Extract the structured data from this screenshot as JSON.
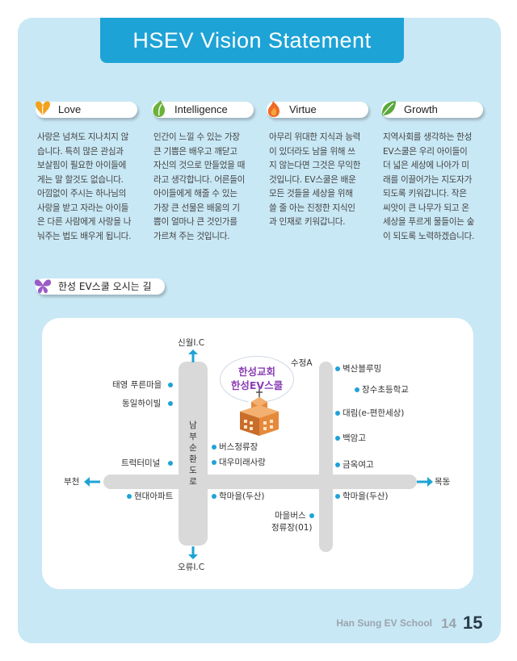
{
  "title": "HSEV Vision Statement",
  "columns": [
    {
      "heading": "Love",
      "icon": "heart-leaf-icon",
      "color": "#f2a21c",
      "lines": [
        "사랑은 넘쳐도 지나치지 않",
        "습니다. 특히 많은 관심과",
        "보살핌이 필요한 아이들에",
        "게는 말 할것도 없습니다.",
        "아낌없이 주시는 하나님의",
        "사랑을 받고 자라는 아이들",
        "은 다른 사람에게 사랑을 나",
        "눠주는 법도 배우게 됩니다."
      ]
    },
    {
      "heading": "Intelligence",
      "icon": "sprout-icon",
      "color": "#6cb23a",
      "lines": [
        "인간이 느낄 수 있는 가장",
        "큰 기쁨은 배우고 깨닫고",
        "자신의 것으로 만들었을 때",
        "라고 생각합니다. 어른들이",
        "아이들에게 해줄 수 있는",
        "가장 큰 선물은 배움의 기",
        "쁨이 얼마나 큰 것인가를",
        "가르쳐 주는 것입니다."
      ]
    },
    {
      "heading": "Virtue",
      "icon": "flame-icon",
      "color": "#ef6a25",
      "lines": [
        "아무리 위대한 지식과 능력",
        "이 있더라도 남을 위해 쓰",
        "지 않는다면 그것은 무익한",
        "것입니다. EV스쿨은 배운",
        "모든 것들을 세상을 위해",
        "쓸 줄 아는 진정한 지식인",
        "과 인재로 키워갑니다."
      ]
    },
    {
      "heading": "Growth",
      "icon": "leaf-icon",
      "color": "#5aa83a",
      "lines": [
        "지역사회를 생각하는 한성",
        "EV스쿨은 우리 아이들이",
        "더 넓은 세상에 나아가 미",
        "래를 이끌어가는 지도자가",
        "되도록 키워갑니다. 작은",
        "씨앗이 큰 나무가 되고 온",
        "세상을 푸르게 물들이는 숲",
        "이 되도록 노력하겠습니다."
      ]
    }
  ],
  "directions": {
    "heading": "한성 EV스쿨 오시는 길",
    "icon": "butterfly-icon",
    "icon_color": "#9a5cc6"
  },
  "map": {
    "bubble_line1": "한성교회",
    "bubble_line2": "한성EV스쿨",
    "road_name": [
      "남",
      "부",
      "순",
      "환",
      "도",
      "로"
    ],
    "labels": {
      "sinwol": "신월I.C",
      "orui": "오류I.C",
      "bucheon": "부천",
      "mokdong": "목동",
      "sujeong": "수정A",
      "taeyoung": "태영 푸른마을",
      "dongil": "동일하이빌",
      "truck": "트럭터미널",
      "hyundai": "현대아파트",
      "bus": "버스정류장",
      "daewoo": "대우미래사랑",
      "hakmaeul1": "학마을(두산)",
      "hakmaeul2": "학마을(두산)",
      "baeksan": "벽산블루밍",
      "jangsu": "장수초등학교",
      "daerim": "대림(e-편한세상)",
      "baekam": "백암고",
      "geumok": "금옥여고",
      "village_bus1": "마을버스",
      "village_bus2": "정류장(01)"
    }
  },
  "footer": {
    "school": "Han Sung EV School",
    "page_left": "14",
    "page_right": "15"
  },
  "colors": {
    "accent": "#1ea3d6",
    "panel": "#c9e8f5",
    "road": "#d9d9d9",
    "bubble_text": "#8b3fb5"
  }
}
